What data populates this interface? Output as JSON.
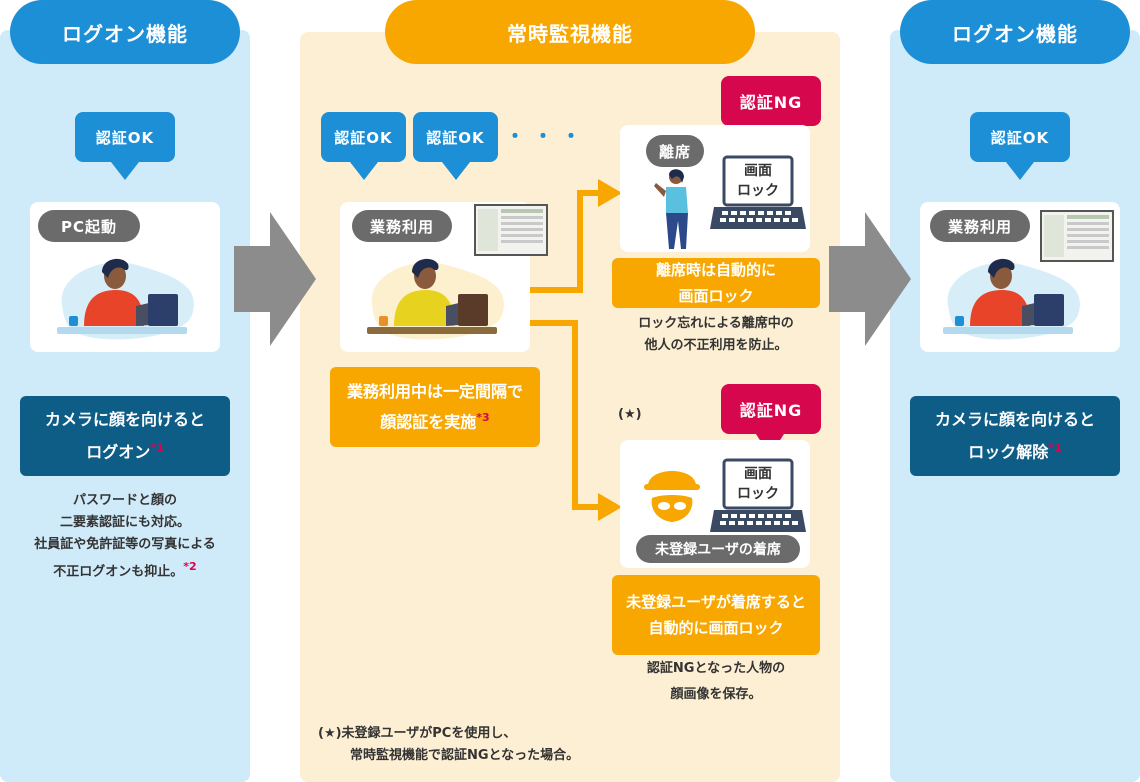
{
  "left": {
    "header": "ログオン機能",
    "auth_bubble": "認証OK",
    "card_tag": "PC起動",
    "blue_box_line1": "カメラに顔を向けると",
    "blue_box_line2": "ログオン",
    "blue_box_sup": "*1",
    "note_lines": [
      "パスワードと顔の",
      "二要素認証にも対応。",
      "社員証や免許証等の写真による",
      "不正ログオンも抑止。"
    ],
    "note_sup": "*2"
  },
  "middle": {
    "header": "常時監視機能",
    "auth_bubbles": [
      "認証OK",
      "認証OK"
    ],
    "dots": "・・・",
    "card_tag": "業務利用",
    "orange_box_line1": "業務利用中は一定間隔で",
    "orange_box_line2": "顔認証を実施",
    "orange_box_sup": "*3",
    "away": {
      "ng_bubble": "認証NG",
      "tag": "離席",
      "screen_line1": "画面",
      "screen_line2": "ロック",
      "orange_line1": "離席時は自動的に",
      "orange_line2": "画面ロック",
      "note_line1": "ロック忘れによる離席中の",
      "note_line2": "他人の不正利用を防止。"
    },
    "intruder": {
      "star": "(★)",
      "ng_bubble": "認証NG",
      "screen_line1": "画面",
      "screen_line2": "ロック",
      "tag": "未登録ユーザの着席",
      "orange_line1": "未登録ユーザが着席すると",
      "orange_line2": "自動的に画面ロック",
      "note_line1": "認証NGとなった人物の",
      "note_line2": "顔画像を保存。"
    },
    "footnote_line1": "(★)未登録ユーザがPCを使用し、",
    "footnote_line2": "常時監視機能で認証NGとなった場合。"
  },
  "right": {
    "header": "ログオン機能",
    "auth_bubble": "認証OK",
    "card_tag": "業務利用",
    "blue_box_line1": "カメラに顔を向けると",
    "blue_box_line2": "ロック解除",
    "blue_box_sup": "*1"
  },
  "colors": {
    "blue": "#1d8fd6",
    "navy": "#0d5d87",
    "orange": "#f8a600",
    "red": "#d7074d",
    "light_blue_bg": "#cfeaf8",
    "cream_bg": "#fdefd3",
    "arrow_gray": "#8c8c8c"
  },
  "icons": [
    "person-at-laptop-icon",
    "person-standing-icon",
    "laptop-icon",
    "intruder-icon",
    "big-arrow-icon",
    "elbow-arrow-icon",
    "screenshot-thumbnail-icon"
  ]
}
